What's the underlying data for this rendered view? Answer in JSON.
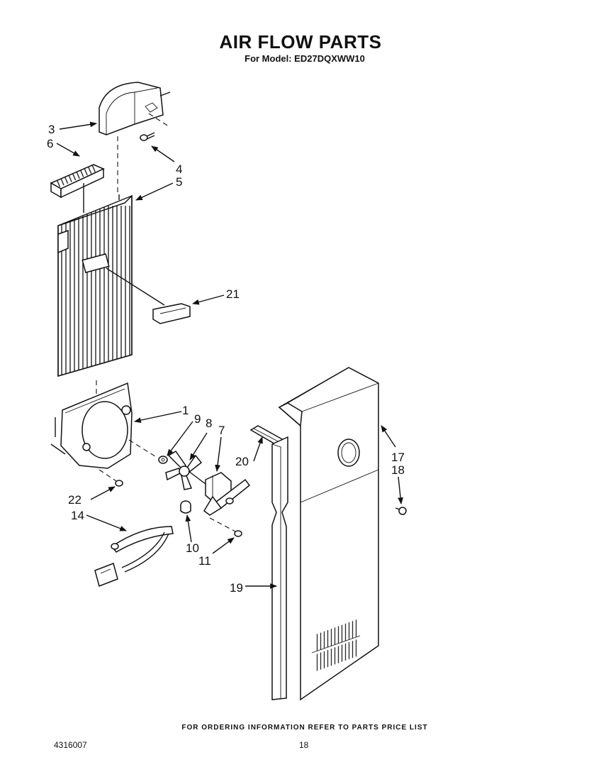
{
  "header": {
    "title": "AIR FLOW PARTS",
    "subtitle": "For Model: ED27DQXWW10"
  },
  "callouts": {
    "c1": "1",
    "c3": "3",
    "c4": "4",
    "c5": "5",
    "c6": "6",
    "c7": "7",
    "c8": "8",
    "c9": "9",
    "c10": "10",
    "c11": "11",
    "c14": "14",
    "c17": "17",
    "c18": "18",
    "c19": "19",
    "c20": "20",
    "c21": "21",
    "c22": "22"
  },
  "footer": {
    "note": "FOR ORDERING INFORMATION REFER TO PARTS PRICE LIST",
    "code": "4316007",
    "page": "18"
  }
}
